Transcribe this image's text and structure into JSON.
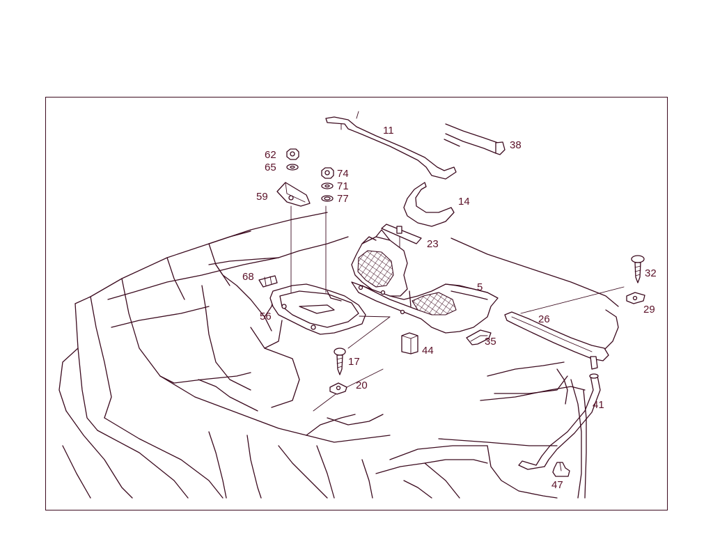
{
  "diagram": {
    "callouts": {
      "c11": "11",
      "c38": "38",
      "c62": "62",
      "c65": "65",
      "c74": "74",
      "c71": "71",
      "c77": "77",
      "c59": "59",
      "c14": "14",
      "c23": "23",
      "c32": "32",
      "c68": "68",
      "c5": "5",
      "c29": "29",
      "c56": "56",
      "c26": "26",
      "c35": "35",
      "c44": "44",
      "c17": "17",
      "c20": "20",
      "c41": "41",
      "c47": "47"
    },
    "colors": {
      "line": "#3b0a1e",
      "label": "#5a1027",
      "background": "#ffffff"
    }
  }
}
